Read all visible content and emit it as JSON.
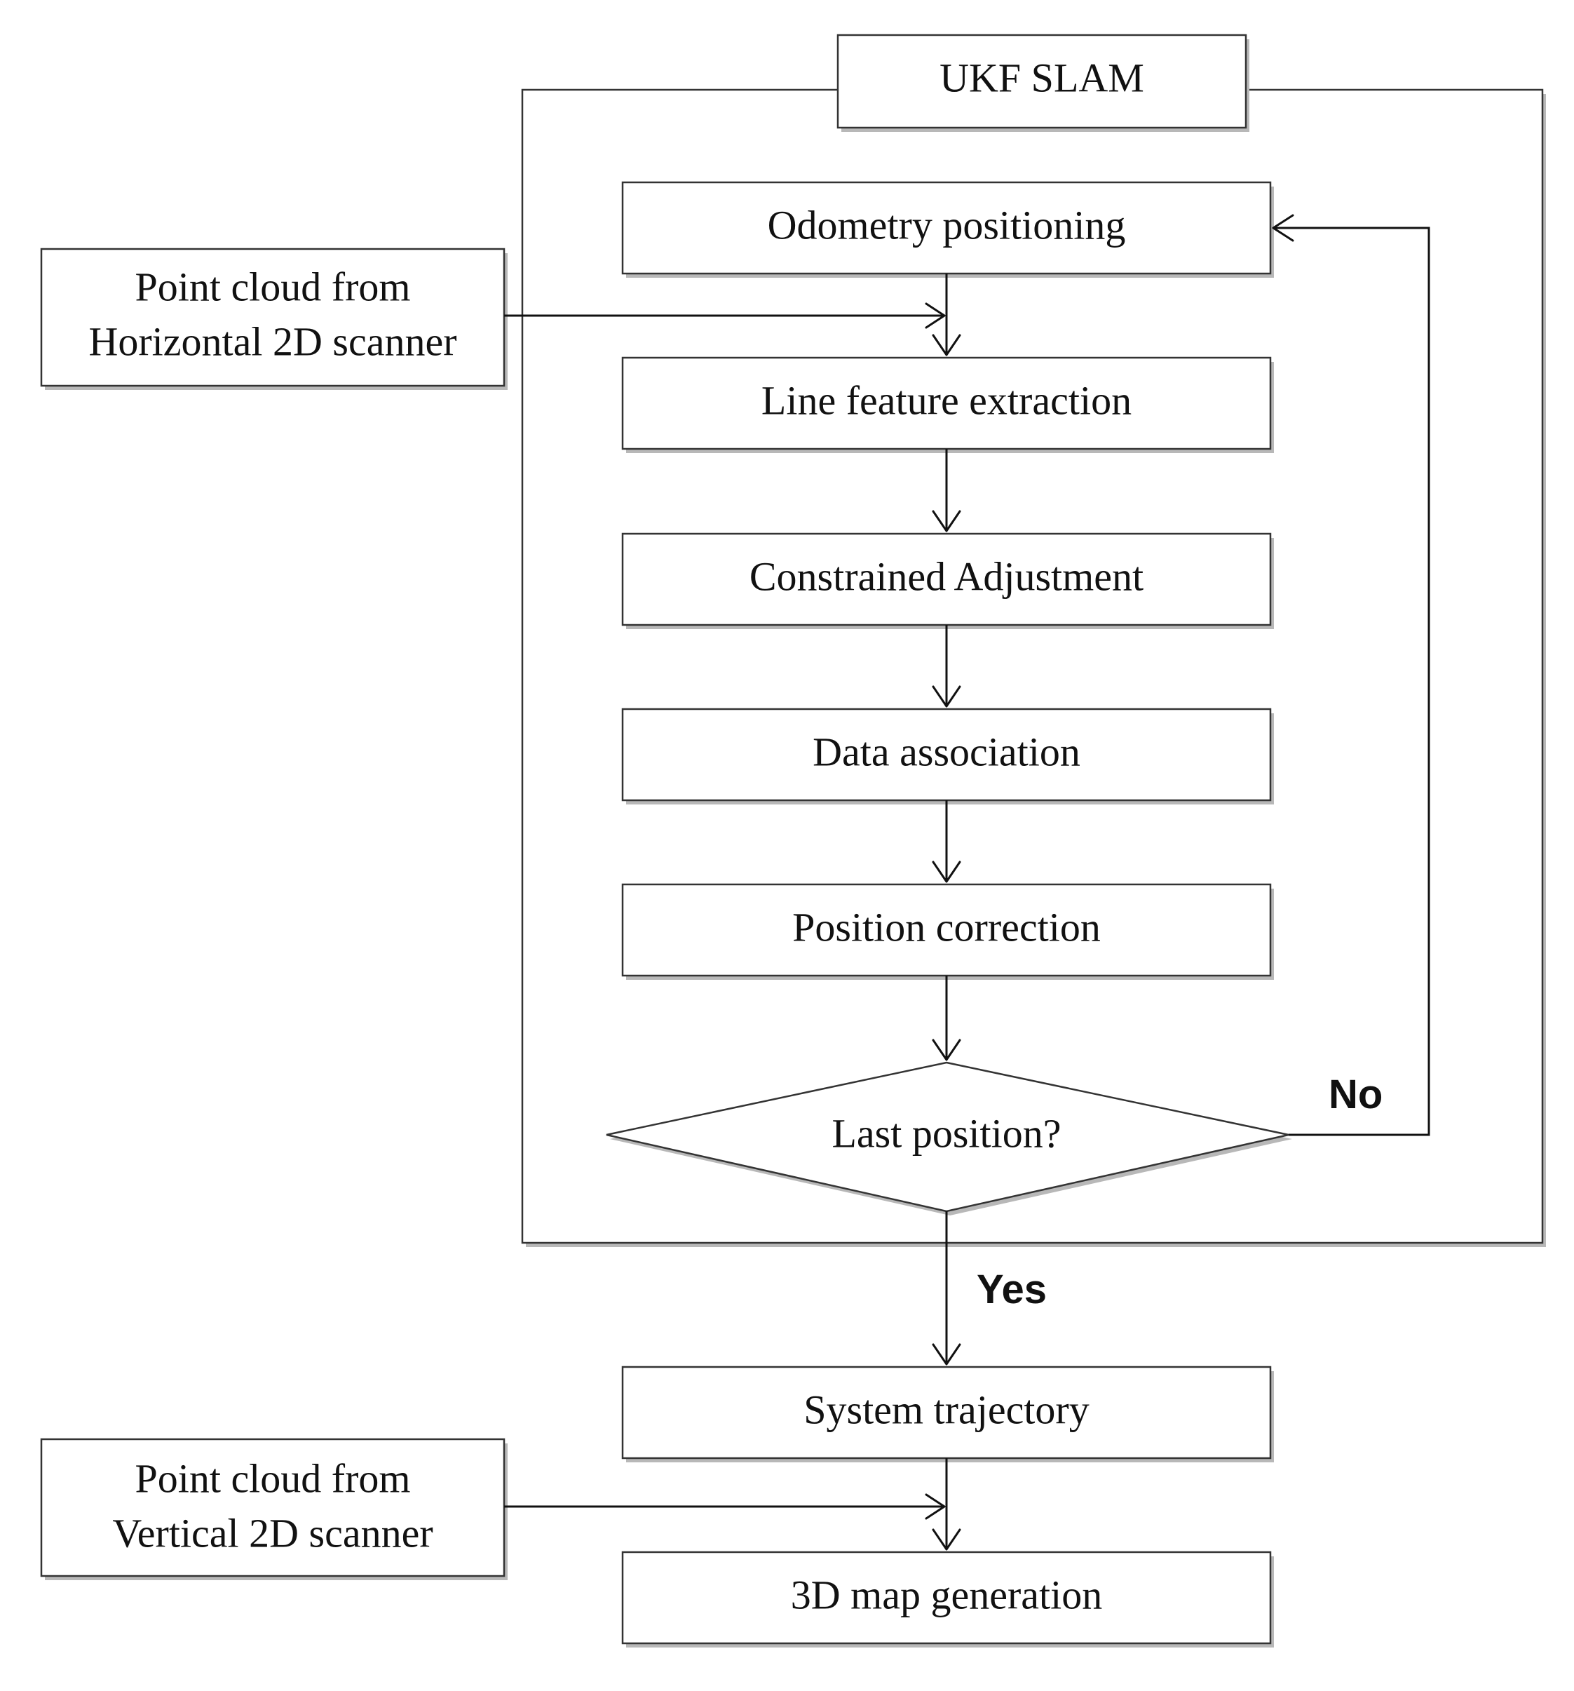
{
  "diagram": {
    "container_title": "UKF SLAM",
    "inputs": {
      "horizontal": {
        "line1": "Point cloud from",
        "line2": "Horizontal 2D scanner"
      },
      "vertical": {
        "line1": "Point cloud from",
        "line2": "Vertical 2D scanner"
      }
    },
    "steps": {
      "odometry": "Odometry positioning",
      "line_feature": "Line feature extraction",
      "constrained": "Constrained Adjustment",
      "data_association": "Data association",
      "position_correction": "Position correction",
      "system_trajectory": "System trajectory",
      "map_generation": "3D map generation"
    },
    "decision": {
      "question": "Last position?",
      "no_label": "No",
      "yes_label": "Yes"
    }
  }
}
